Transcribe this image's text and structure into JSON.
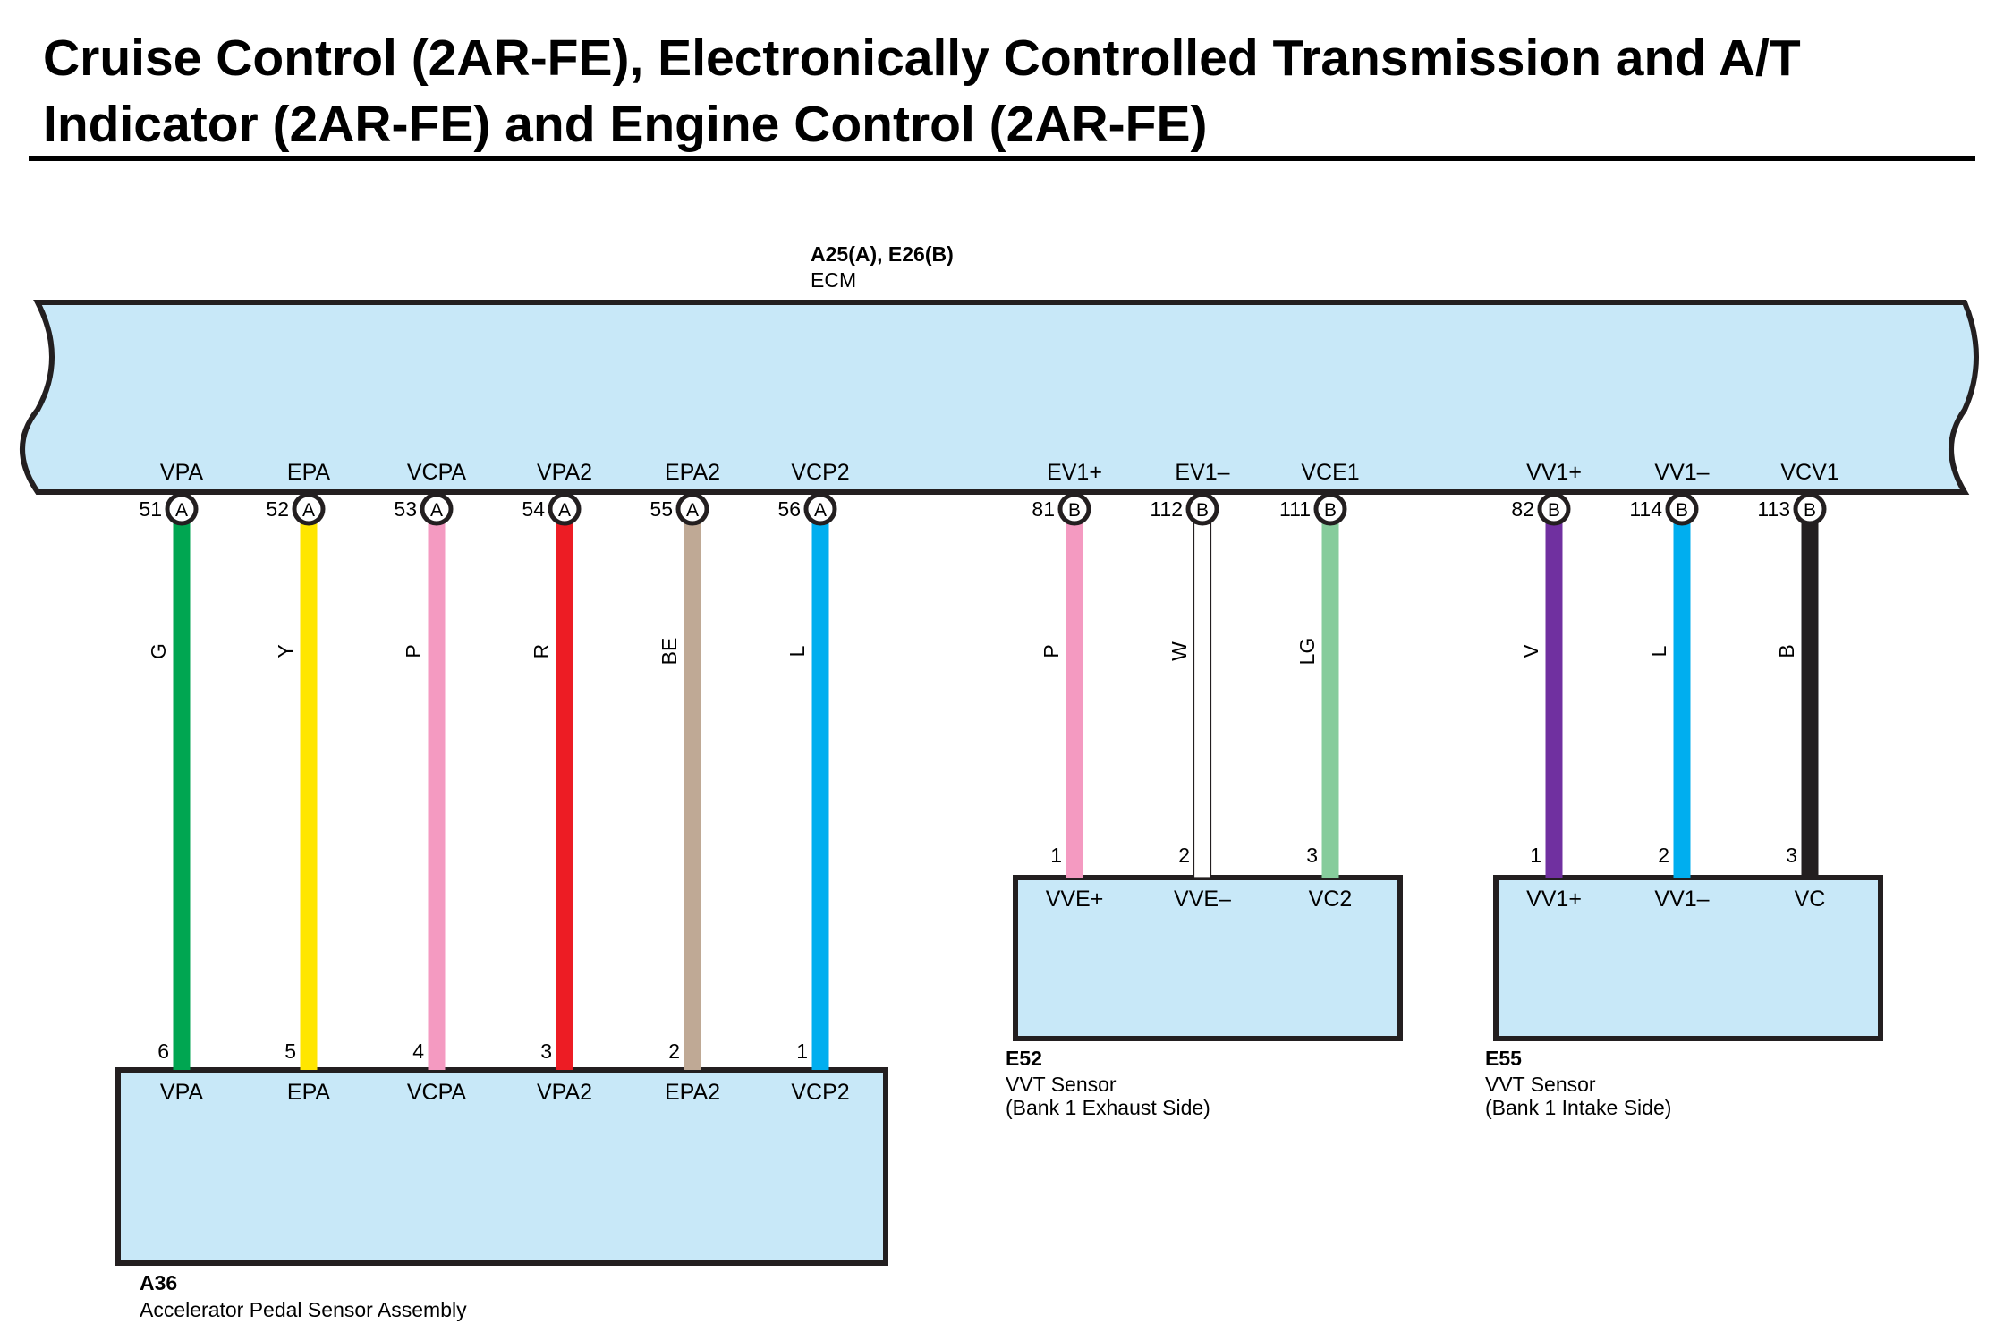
{
  "title": {
    "line1": "Cruise Control (2AR-FE), Electronically Controlled Transmission and A/T",
    "line2": "Indicator (2AR-FE) and Engine Control (2AR-FE)"
  },
  "ecm": {
    "code": "A25(A), E26(B)",
    "name": "ECM"
  },
  "components": {
    "a36": {
      "code": "A36",
      "name_lines": [
        "Accelerator Pedal Sensor Assembly"
      ]
    },
    "e52": {
      "code": "E52",
      "name_lines": [
        "VVT Sensor",
        "(Bank 1 Exhaust Side)"
      ]
    },
    "e55": {
      "code": "E55",
      "name_lines": [
        "VVT Sensor",
        "(Bank 1 Intake Side)"
      ]
    }
  },
  "wires": [
    {
      "ecm_terminal": "VPA",
      "ecm_pin": "51",
      "connector": "A",
      "color_code": "G",
      "color": "#00a651",
      "dest": "a36",
      "dest_pin": "6",
      "dest_terminal": "VPA"
    },
    {
      "ecm_terminal": "EPA",
      "ecm_pin": "52",
      "connector": "A",
      "color_code": "Y",
      "color": "#ffe600",
      "dest": "a36",
      "dest_pin": "5",
      "dest_terminal": "EPA"
    },
    {
      "ecm_terminal": "VCPA",
      "ecm_pin": "53",
      "connector": "A",
      "color_code": "P",
      "color": "#f49ac1",
      "dest": "a36",
      "dest_pin": "4",
      "dest_terminal": "VCPA"
    },
    {
      "ecm_terminal": "VPA2",
      "ecm_pin": "54",
      "connector": "A",
      "color_code": "R",
      "color": "#ed1c24",
      "dest": "a36",
      "dest_pin": "3",
      "dest_terminal": "VPA2"
    },
    {
      "ecm_terminal": "EPA2",
      "ecm_pin": "55",
      "connector": "A",
      "color_code": "BE",
      "color": "#bfa995",
      "dest": "a36",
      "dest_pin": "2",
      "dest_terminal": "EPA2"
    },
    {
      "ecm_terminal": "VCP2",
      "ecm_pin": "56",
      "connector": "A",
      "color_code": "L",
      "color": "#00aeef",
      "dest": "a36",
      "dest_pin": "1",
      "dest_terminal": "VCP2"
    },
    {
      "ecm_terminal": "EV1+",
      "ecm_pin": "81",
      "connector": "B",
      "color_code": "P",
      "color": "#f49ac1",
      "dest": "e52",
      "dest_pin": "1",
      "dest_terminal": "VVE+"
    },
    {
      "ecm_terminal": "EV1–",
      "ecm_pin": "112",
      "connector": "B",
      "color_code": "W",
      "color": "#ffffff",
      "dest": "e52",
      "dest_pin": "2",
      "dest_terminal": "VVE–"
    },
    {
      "ecm_terminal": "VCE1",
      "ecm_pin": "111",
      "connector": "B",
      "color_code": "LG",
      "color": "#86cc9c",
      "dest": "e52",
      "dest_pin": "3",
      "dest_terminal": "VC2"
    },
    {
      "ecm_terminal": "VV1+",
      "ecm_pin": "82",
      "connector": "B",
      "color_code": "V",
      "color": "#7030a0",
      "dest": "e55",
      "dest_pin": "1",
      "dest_terminal": "VV1+"
    },
    {
      "ecm_terminal": "VV1–",
      "ecm_pin": "114",
      "connector": "B",
      "color_code": "L",
      "color": "#00aeef",
      "dest": "e55",
      "dest_pin": "2",
      "dest_terminal": "VV1–"
    },
    {
      "ecm_terminal": "VCV1",
      "ecm_pin": "113",
      "connector": "B",
      "color_code": "B",
      "color": "#231f20",
      "dest": "e55",
      "dest_pin": "3",
      "dest_terminal": "VC"
    }
  ],
  "colors": {
    "component_fill": "#c8e8f8",
    "outline": "#231f20"
  }
}
